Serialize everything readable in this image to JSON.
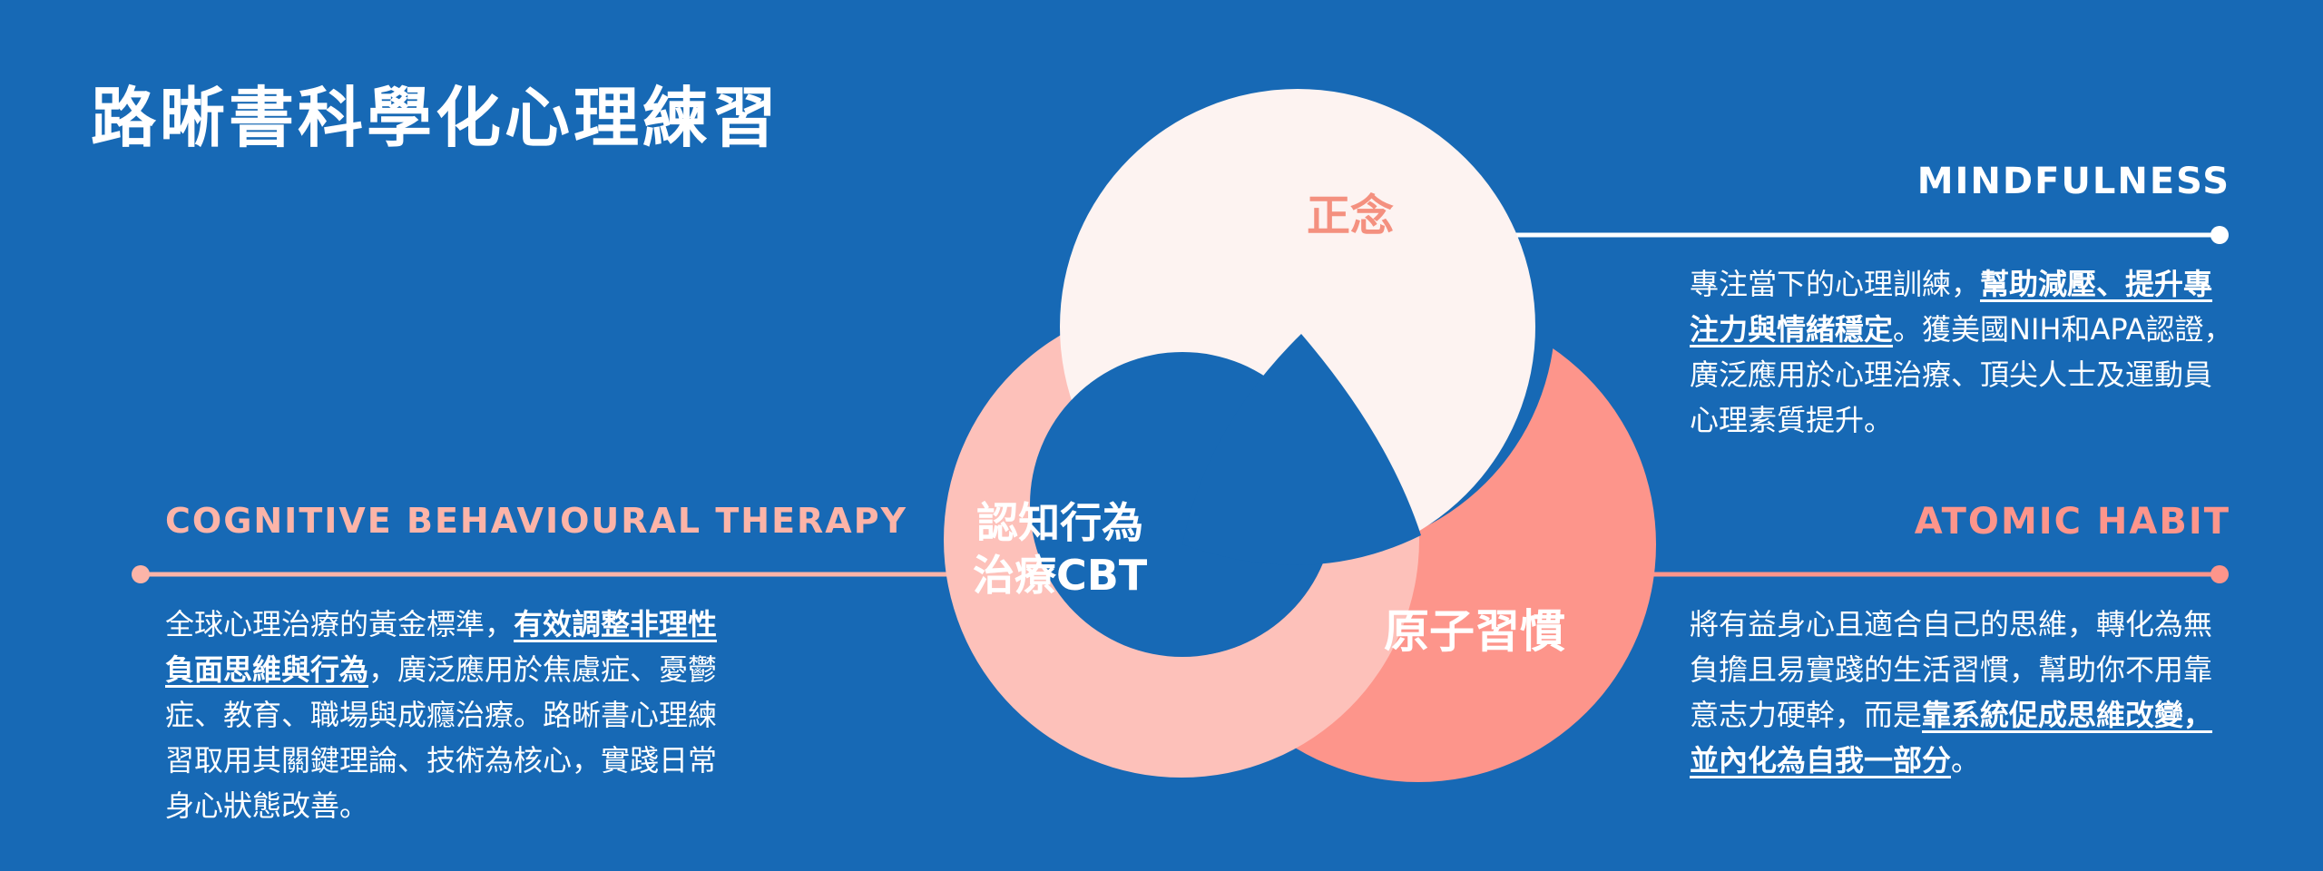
{
  "page": {
    "title": "路晰書科學化心理練習"
  },
  "colors": {
    "background": "#1769b5",
    "mindfulness": "#fdf3f1",
    "cbt": "#fdc1ba",
    "atomic": "#fd958b",
    "mindfulness_label": "#f4907f",
    "heading_salmon": "#fcb4a8",
    "line_white": "#ffffff",
    "line_pink": "#fcb4a8",
    "line_salmon": "#fd958b"
  },
  "venn": {
    "mindfulness_label": "正念",
    "cbt_label": "認知行為\n治療CBT",
    "atomic_label": "原子習慣"
  },
  "mindfulness": {
    "heading": "MINDFULNESS",
    "text_1": "專注當下的心理訓練，",
    "highlight": "幫助減壓、提升專注力與情緒穩定",
    "text_2": "。獲美國NIH和APA認證，廣泛應用於心理治療、頂尖人士及運動員心理素質提升。"
  },
  "cbt": {
    "heading": "COGNITIVE BEHAVIOURAL THERAPY",
    "text_1": "全球心理治療的黃金標準，",
    "highlight": "有效調整非理性負面思維與行為",
    "text_2": "，廣泛應用於焦慮症、憂鬱症、教育、職場與成癮治療。路晰書心理練習取用其關鍵理論、技術為核心，實踐日常身心狀態改善。"
  },
  "atomic": {
    "heading": "ATOMIC HABIT",
    "text_1": "將有益身心且適合自己的思維，轉化為無負擔且易實踐的生活習慣，幫助你不用靠意志力硬幹，而是",
    "highlight": "靠系統促成思維改變，並內化為自我一部分",
    "text_2": "。"
  }
}
